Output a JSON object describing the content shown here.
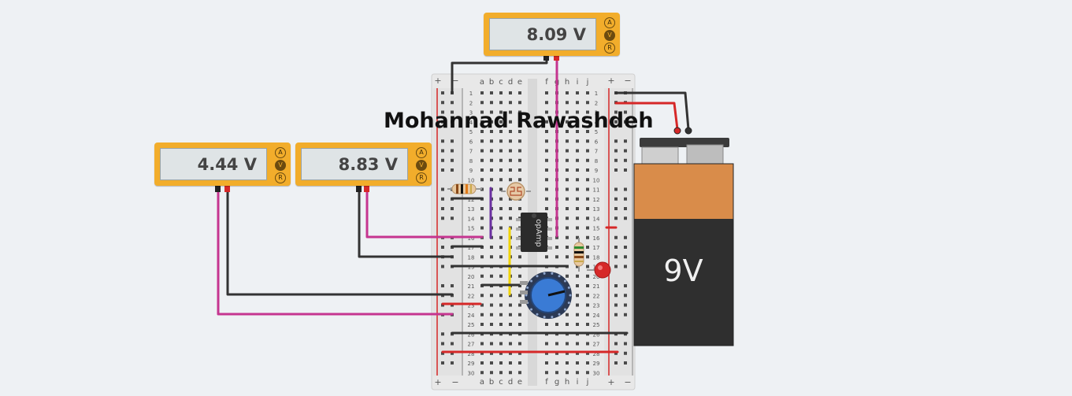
{
  "author_label": "Mohannad Rawashdeh",
  "meters": [
    {
      "id": "top",
      "reading": "8.09 V",
      "modes": [
        "A",
        "V",
        "R"
      ],
      "selected_mode": "V"
    },
    {
      "id": "left",
      "reading": "4.44 V",
      "modes": [
        "A",
        "V",
        "R"
      ],
      "selected_mode": "V"
    },
    {
      "id": "middle",
      "reading": "8.83 V",
      "modes": [
        "A",
        "V",
        "R"
      ],
      "selected_mode": "V"
    }
  ],
  "battery": {
    "label": "9V"
  },
  "opamp_label": "opAmp",
  "breadboard": {
    "columns_left": [
      "a",
      "b",
      "c",
      "d",
      "e"
    ],
    "columns_right": [
      "f",
      "g",
      "h",
      "i",
      "j"
    ],
    "rows": 30,
    "rail_plus": "+",
    "rail_minus": "−"
  },
  "colors": {
    "background": "#eef1f4",
    "multimeter": "#f2ad2b",
    "wire_magenta": "#c53590",
    "wire_black": "#333333",
    "wire_red": "#d62828",
    "wire_purple": "#6a2fa0",
    "wire_yellow": "#f1d400",
    "battery_top": "#d98c4a",
    "battery_bottom": "#2f2f2f",
    "rail_red": "#d62828"
  }
}
